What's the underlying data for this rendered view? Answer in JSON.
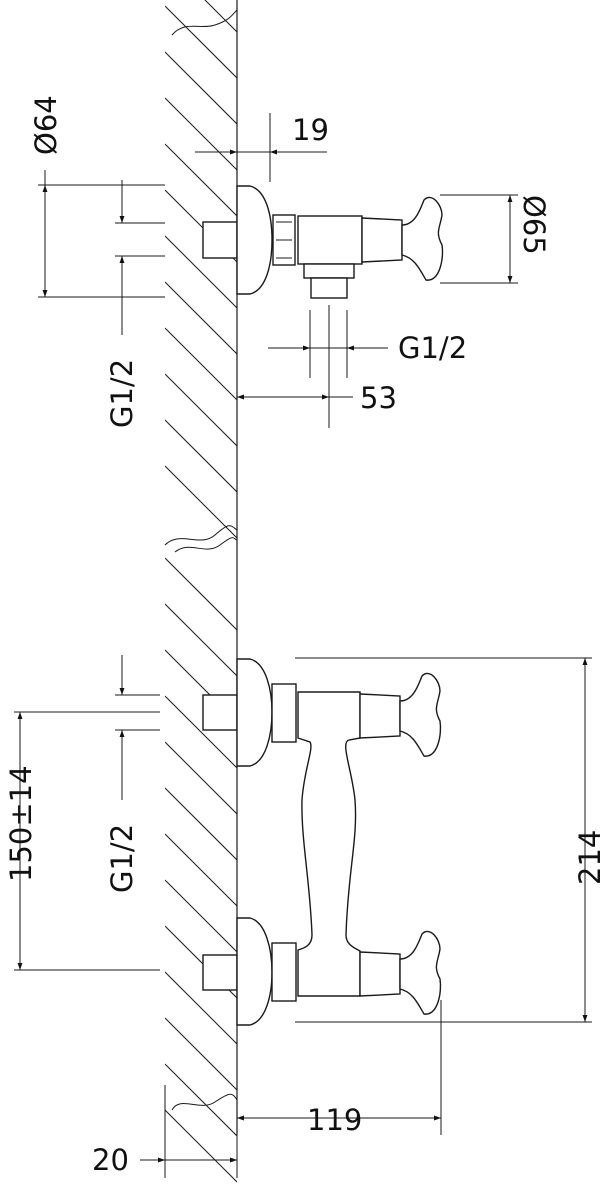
{
  "drawing": {
    "type": "wall-mounted shower mixer technical drawing",
    "dimensions": {
      "flange_diameter": "Ø64",
      "wall_offset": "19",
      "handle_diameter": "Ø65",
      "outlet_thread": "G1/2",
      "outlet_distance": "53",
      "inlet_thread_top": "G1/2",
      "inlet_thread_bottom": "G1/2",
      "center_distance": "150±14",
      "overall_height": "214",
      "projection": "119",
      "wall_thickness": "20"
    },
    "line_color": "#1a1a1a"
  }
}
